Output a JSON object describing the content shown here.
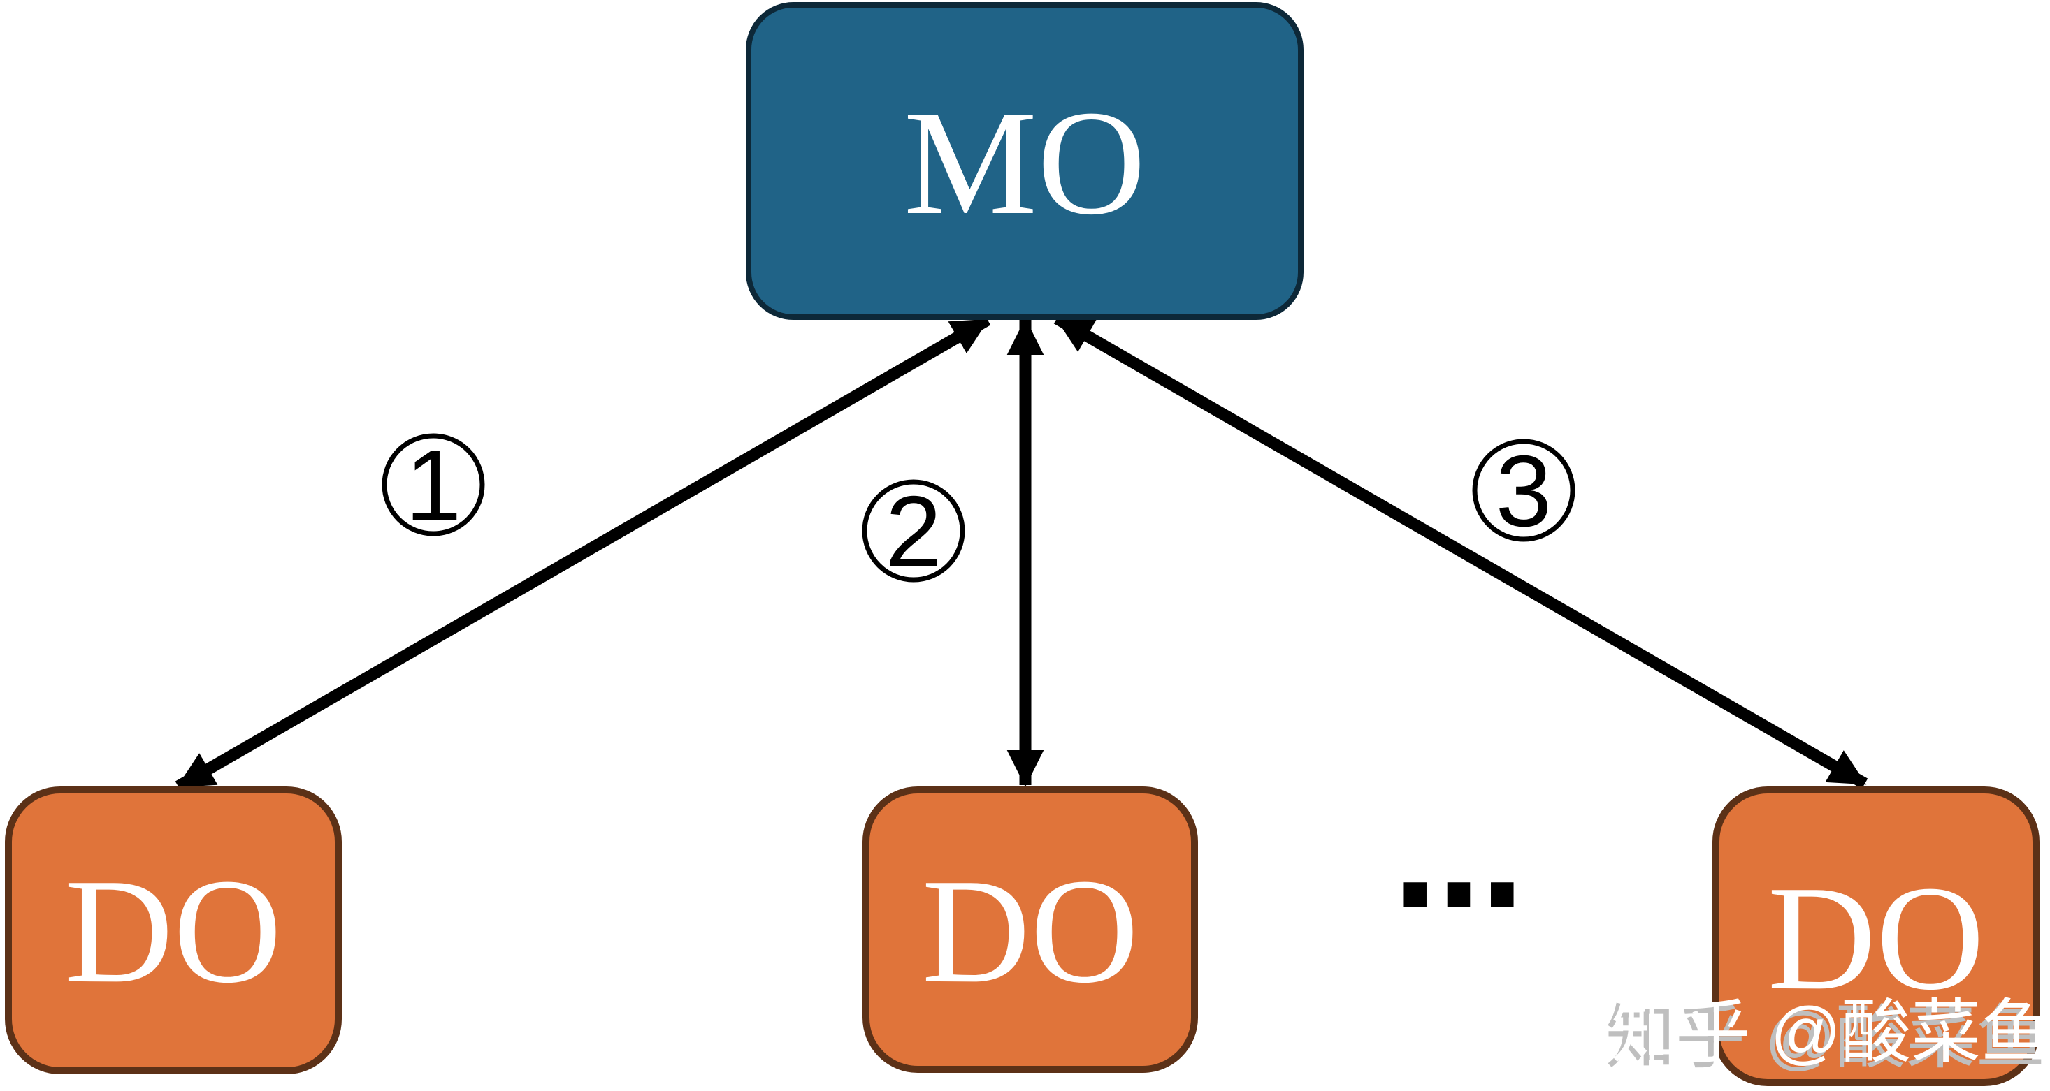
{
  "diagram": {
    "title_implicit": "MO to DO fan-out diagram",
    "nodes": [
      {
        "id": "mo",
        "label": "MO",
        "role": "top-node"
      },
      {
        "id": "do-1",
        "label": "DO",
        "role": "bottom-node"
      },
      {
        "id": "do-2",
        "label": "DO",
        "role": "bottom-node"
      },
      {
        "id": "do-3",
        "label": "DO",
        "role": "bottom-node"
      }
    ],
    "edges": [
      {
        "label": "1",
        "from": "MO",
        "to": "DO-1",
        "direction": "bidirectional"
      },
      {
        "label": "2",
        "from": "MO",
        "to": "DO-2",
        "direction": "bidirectional"
      },
      {
        "label": "3",
        "from": "MO",
        "to": "DO-3",
        "direction": "bidirectional"
      }
    ],
    "ellipsis": "···",
    "watermark": "知乎 @酸菜鱼",
    "colors": {
      "background": "#ffffff",
      "mo_fill": "#206387",
      "mo_border": "#0d2838",
      "do_fill": "#e0743a",
      "do_border": "#5c3117",
      "arrow": "#000000",
      "node_text": "#ffffff",
      "edge_label_text": "#000000",
      "watermark_text": "#ffffff",
      "watermark_shadow": "#bfbfbf"
    }
  }
}
